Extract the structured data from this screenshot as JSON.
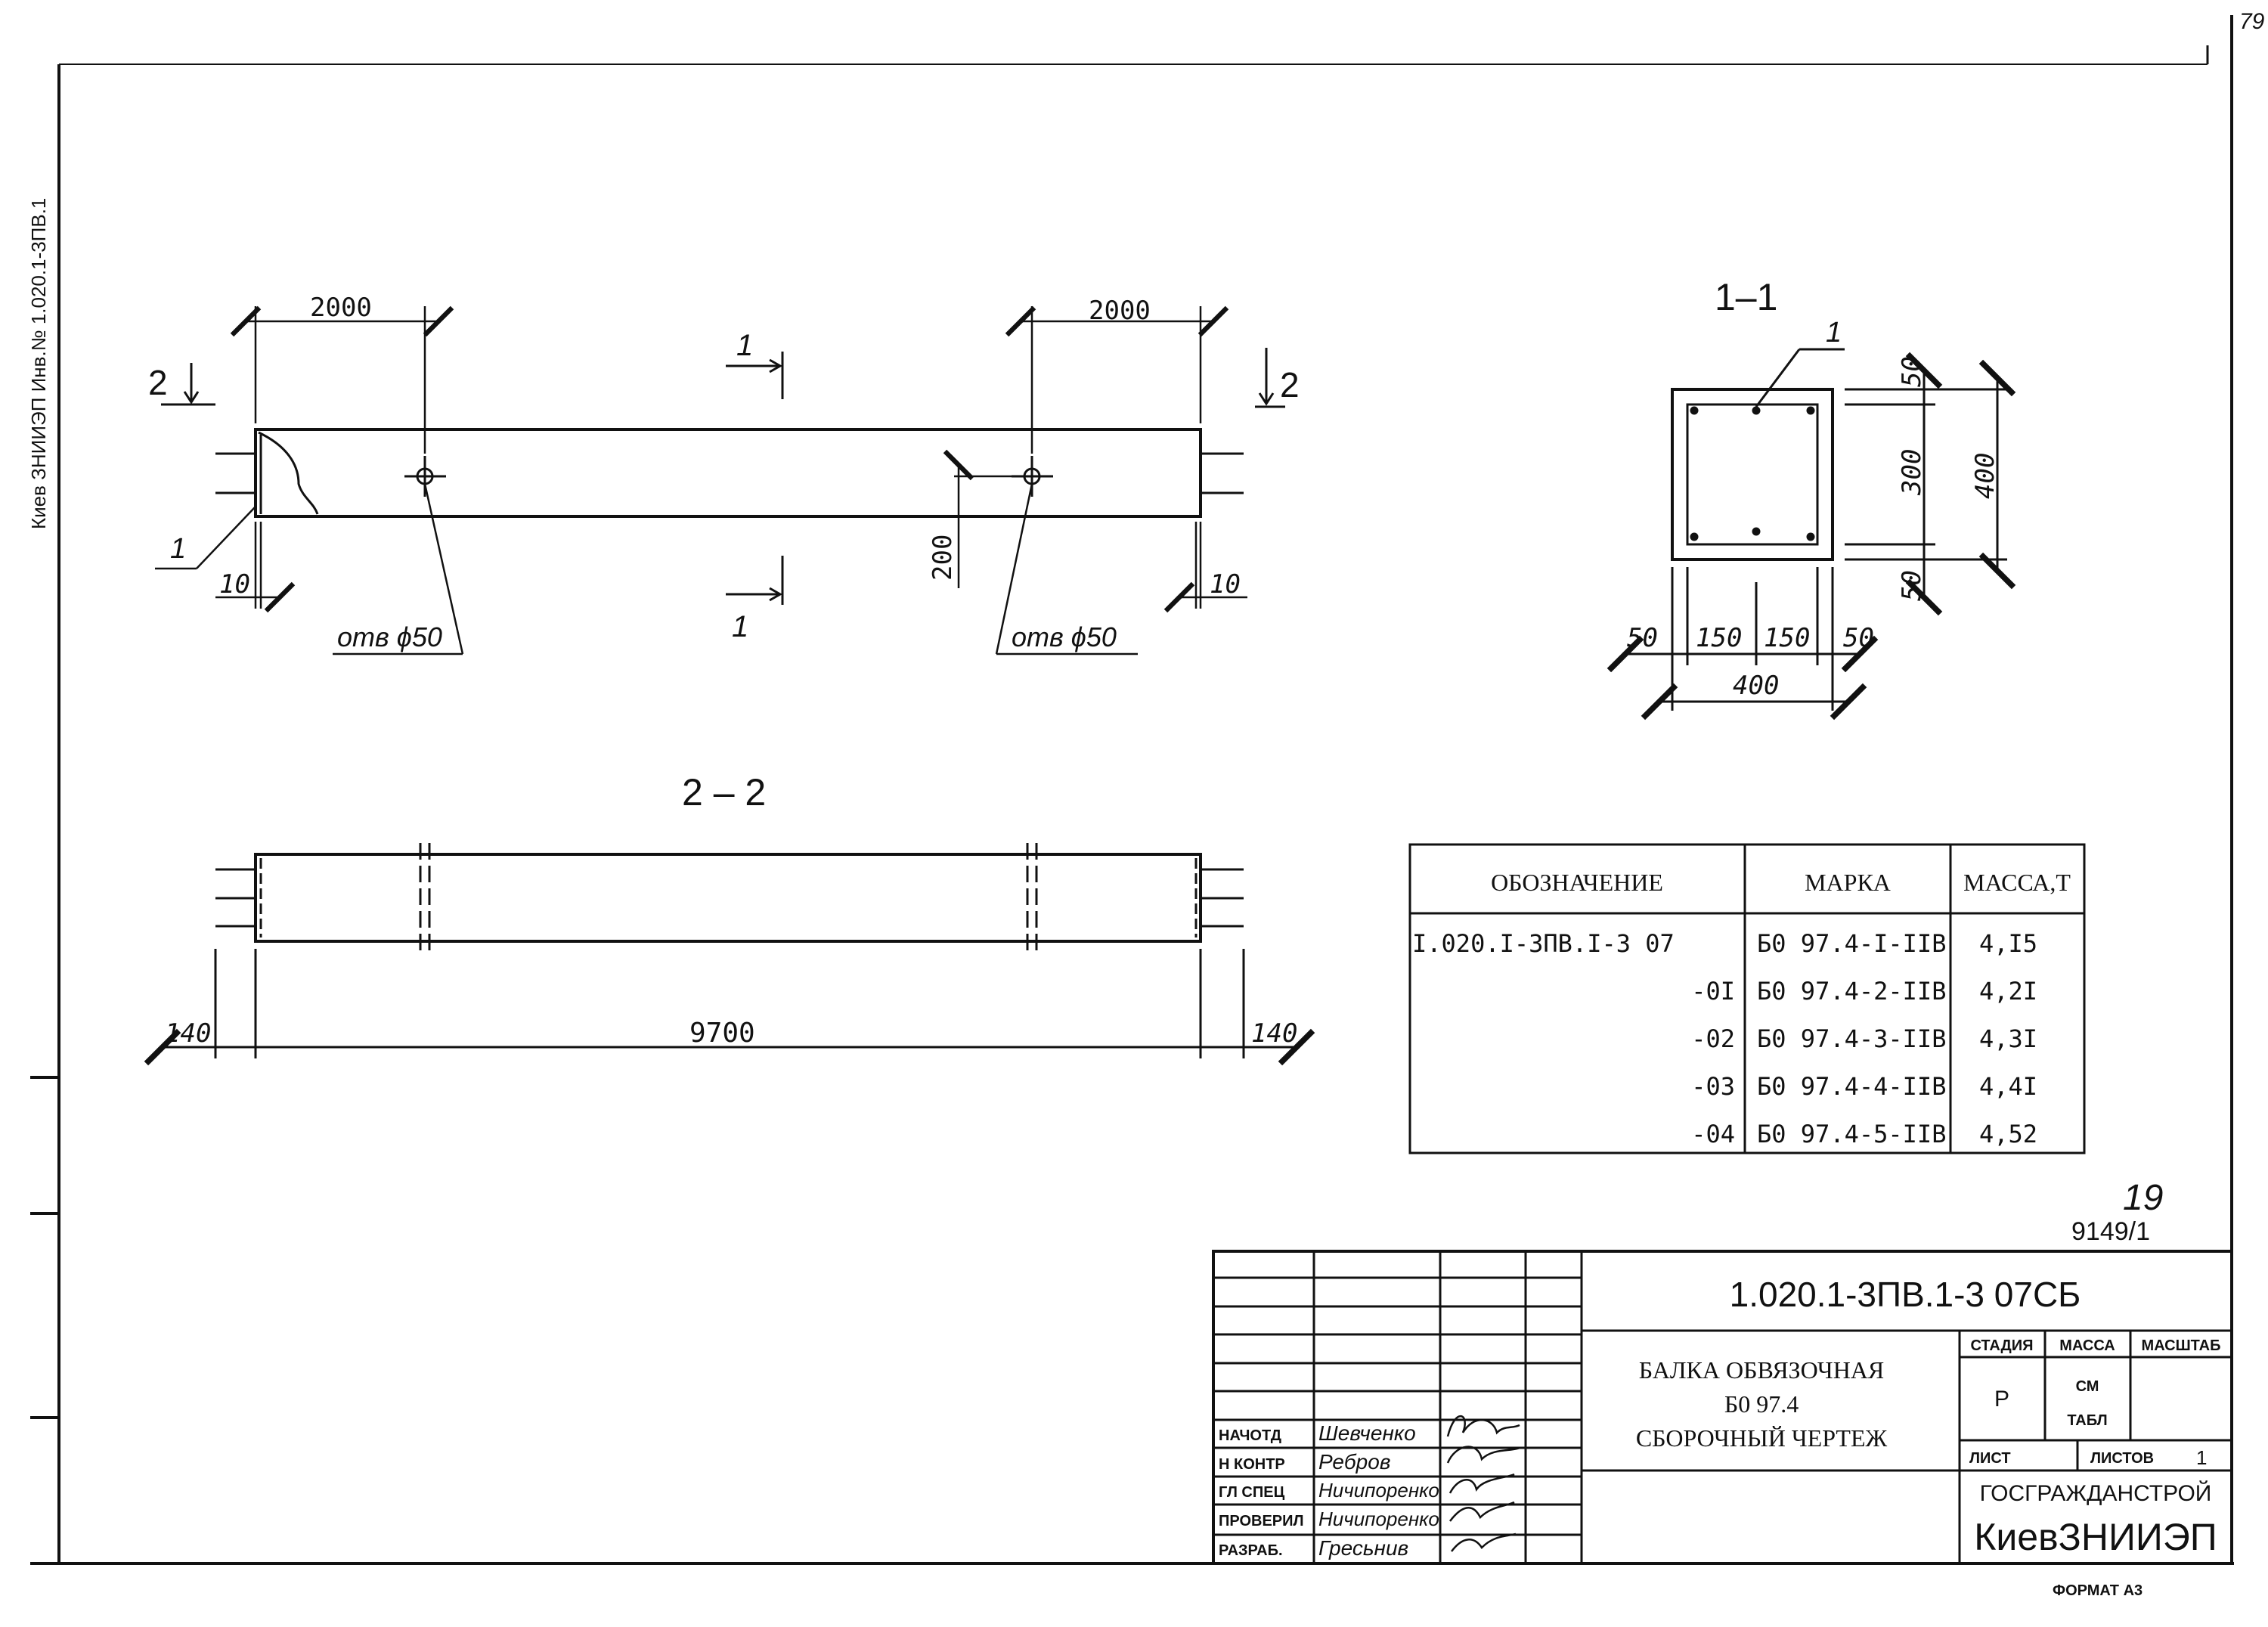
{
  "corner_number": "79",
  "side_stamp": "Киев ЗНИИЭП  Инв.№ 1.020.1-3ПВ.1",
  "views": {
    "section_2_top": "2",
    "section_2_label": "2",
    "section_1_label": "1",
    "section_11_title": "1–1",
    "section_22_title": "2 – 2"
  },
  "dims": {
    "d2000": "2000",
    "d10": "10",
    "d200": "200",
    "d9700": "9700",
    "d140": "140",
    "d50": "50",
    "d150": "150",
    "d300": "300",
    "d400": "400"
  },
  "callouts": {
    "pos1": "1",
    "hole": "отв ϕ50"
  },
  "table": {
    "headers": [
      "ОБОЗНАЧЕНИЕ",
      "МАРКА",
      "МАССА,Т"
    ],
    "rows": [
      {
        "designation": "I.020.I-3ПВ.I-3 07",
        "mark": "Б0 97.4-I-IIВ",
        "mass": "4,I5"
      },
      {
        "designation": "-0I",
        "mark": "Б0 97.4-2-IIВ",
        "mass": "4,2I"
      },
      {
        "designation": "-02",
        "mark": "Б0 97.4-3-IIВ",
        "mass": "4,3I"
      },
      {
        "designation": "-03",
        "mark": "Б0 97.4-4-IIВ",
        "mass": "4,4I"
      },
      {
        "designation": "-04",
        "mark": "Б0 97.4-5-IIВ",
        "mass": "4,52"
      }
    ]
  },
  "sheet_ref": {
    "page": "19",
    "inv": "9149/1"
  },
  "title_block": {
    "code": "1.020.1-3ПВ.1-3  07СБ",
    "name_lines": [
      "БАЛКА ОБВЯЗОЧНАЯ",
      "Б0 97.4",
      "СБОРОЧНЫЙ ЧЕРТЕЖ"
    ],
    "roles": [
      "НАЧОТД",
      "Н КОНТР",
      "ГЛ СПЕЦ",
      "ПРОВЕРИЛ",
      "РАЗРАБ."
    ],
    "names": [
      "Шевченко",
      "Ребров",
      "Ничипоренко",
      "Ничипоренко",
      "Гресьнив"
    ],
    "stage_label": "СТАДИЯ",
    "mass_label": "МАССА",
    "scale_label": "МАСШТАБ",
    "stage": "Р",
    "mass_value_1": "СМ",
    "mass_value_2": "ТАБЛ",
    "sheet_label": "ЛИСТ",
    "sheets_label": "ЛИСТОВ",
    "sheets": "1",
    "org_1": "ГОСГРАЖДАНСТРОЙ",
    "org_2": "КиевЗНИИЭП"
  },
  "format": "ФОРМАТ А3"
}
